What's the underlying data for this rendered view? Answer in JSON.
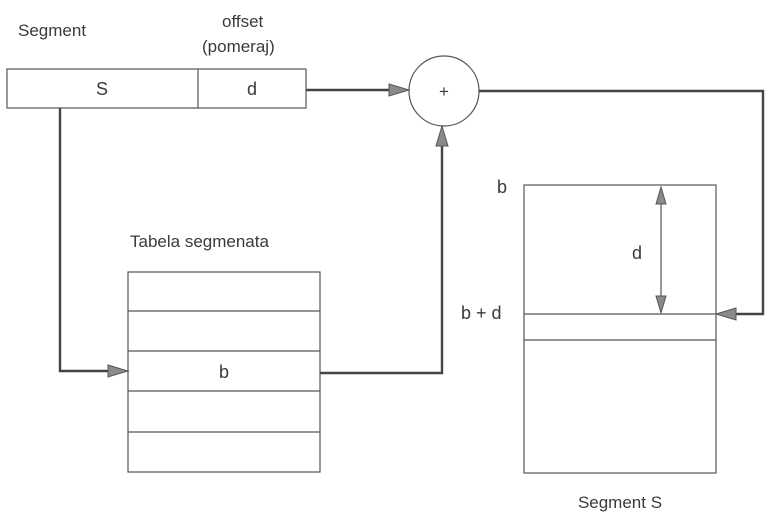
{
  "diagram": {
    "title_segment": "Segment",
    "title_offset_line1": "offset",
    "title_offset_line2": "(pomeraj)",
    "address": {
      "segment_field": "S",
      "offset_field": "d"
    },
    "adder": {
      "symbol": "+"
    },
    "segment_table": {
      "caption": "Tabela segmenata",
      "rows": [
        "",
        "",
        "b",
        "",
        ""
      ]
    },
    "segment_memory": {
      "caption": "Segment S",
      "base_label": "b",
      "target_label": "b + d",
      "offset_label": "d"
    },
    "colors": {
      "line": "#444444",
      "arrow_fill": "#8a8a8a",
      "text": "#3a3a3a",
      "background": "#ffffff"
    }
  }
}
